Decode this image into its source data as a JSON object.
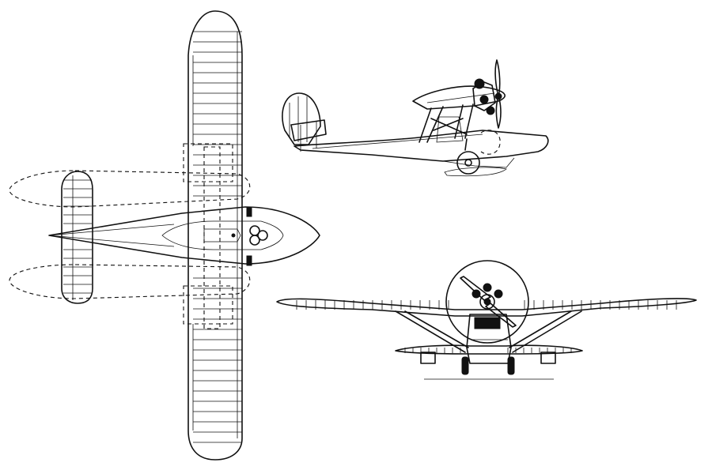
{
  "colors": {
    "ink": "#111111",
    "paper": "#ffffff"
  },
  "views": [
    {
      "id": "plan",
      "description_name": "top-view"
    },
    {
      "id": "side",
      "description_name": "side-view"
    },
    {
      "id": "front",
      "description_name": "front-view"
    }
  ]
}
